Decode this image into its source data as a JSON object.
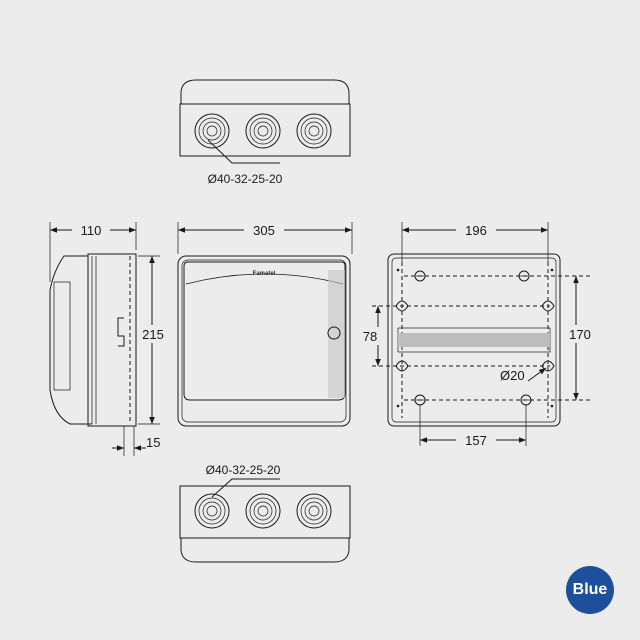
{
  "top_view": {
    "gland_label": "Ø40-32-25-20"
  },
  "side_view": {
    "depth_dim": "110",
    "height_dim": "215",
    "rail_offset_dim": "15"
  },
  "front_view": {
    "width_dim": "305",
    "brand": "Famatel"
  },
  "back_view": {
    "hole_spacing_dim": "196",
    "rail_spacing_dim": "78",
    "vertical_spacing_dim": "170",
    "bottom_spacing_dim": "157",
    "hole_diameter_label": "Ø20"
  },
  "bottom_view": {
    "gland_label": "Ø40-32-25-20"
  },
  "badge": {
    "label": "Blue",
    "color": "#1d4f9c"
  }
}
